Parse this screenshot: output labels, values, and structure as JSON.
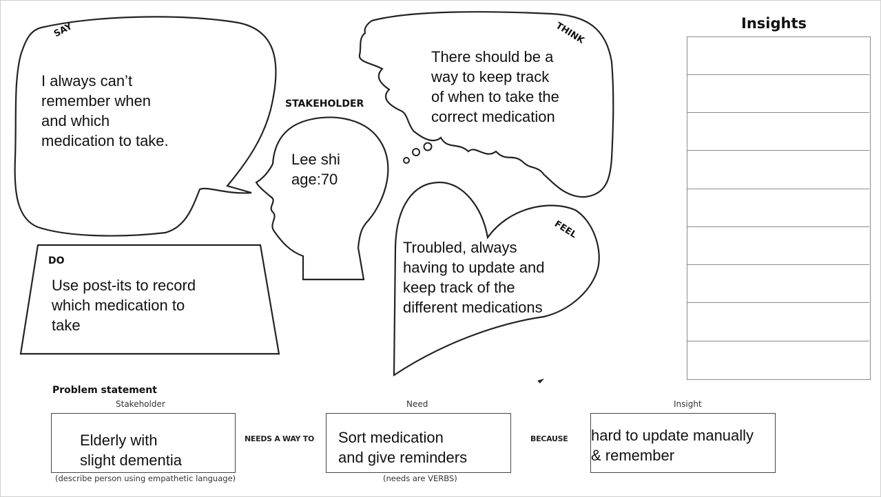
{
  "say": {
    "label": "SAY",
    "text": "I always can’t\nremember when\nand which\nmedication to take."
  },
  "think": {
    "label": "THINK",
    "text": "There should be a\nway to keep track\nof when to take the\ncorrect medication"
  },
  "stakeholder": {
    "label": "STAKEHOLDER",
    "text": "Lee shi\nage:70"
  },
  "do": {
    "label": "DO",
    "text": "Use post-its to record\nwhich medication to\ntake"
  },
  "feel": {
    "label": "FEEL",
    "text": "Troubled, always\nhaving to update and\nkeep track of the\ndifferent medications"
  },
  "insights": {
    "title": "Insights",
    "rows": [
      "",
      "",
      "",
      "",
      "",
      "",
      "",
      "",
      ""
    ]
  },
  "problem_statement": {
    "title": "Problem statement",
    "stakeholder_header": "Stakeholder",
    "stakeholder_text": "Elderly with\nslight dementia",
    "stakeholder_hint": "(describe person using empathetic language)",
    "connector_1": "NEEDS A WAY TO",
    "need_header": "Need",
    "need_text": "Sort medication\nand give reminders",
    "need_hint": "(needs are VERBS)",
    "connector_2": "BECAUSE",
    "insight_header": "Insight",
    "insight_text": "hard to update manually\n& remember"
  }
}
